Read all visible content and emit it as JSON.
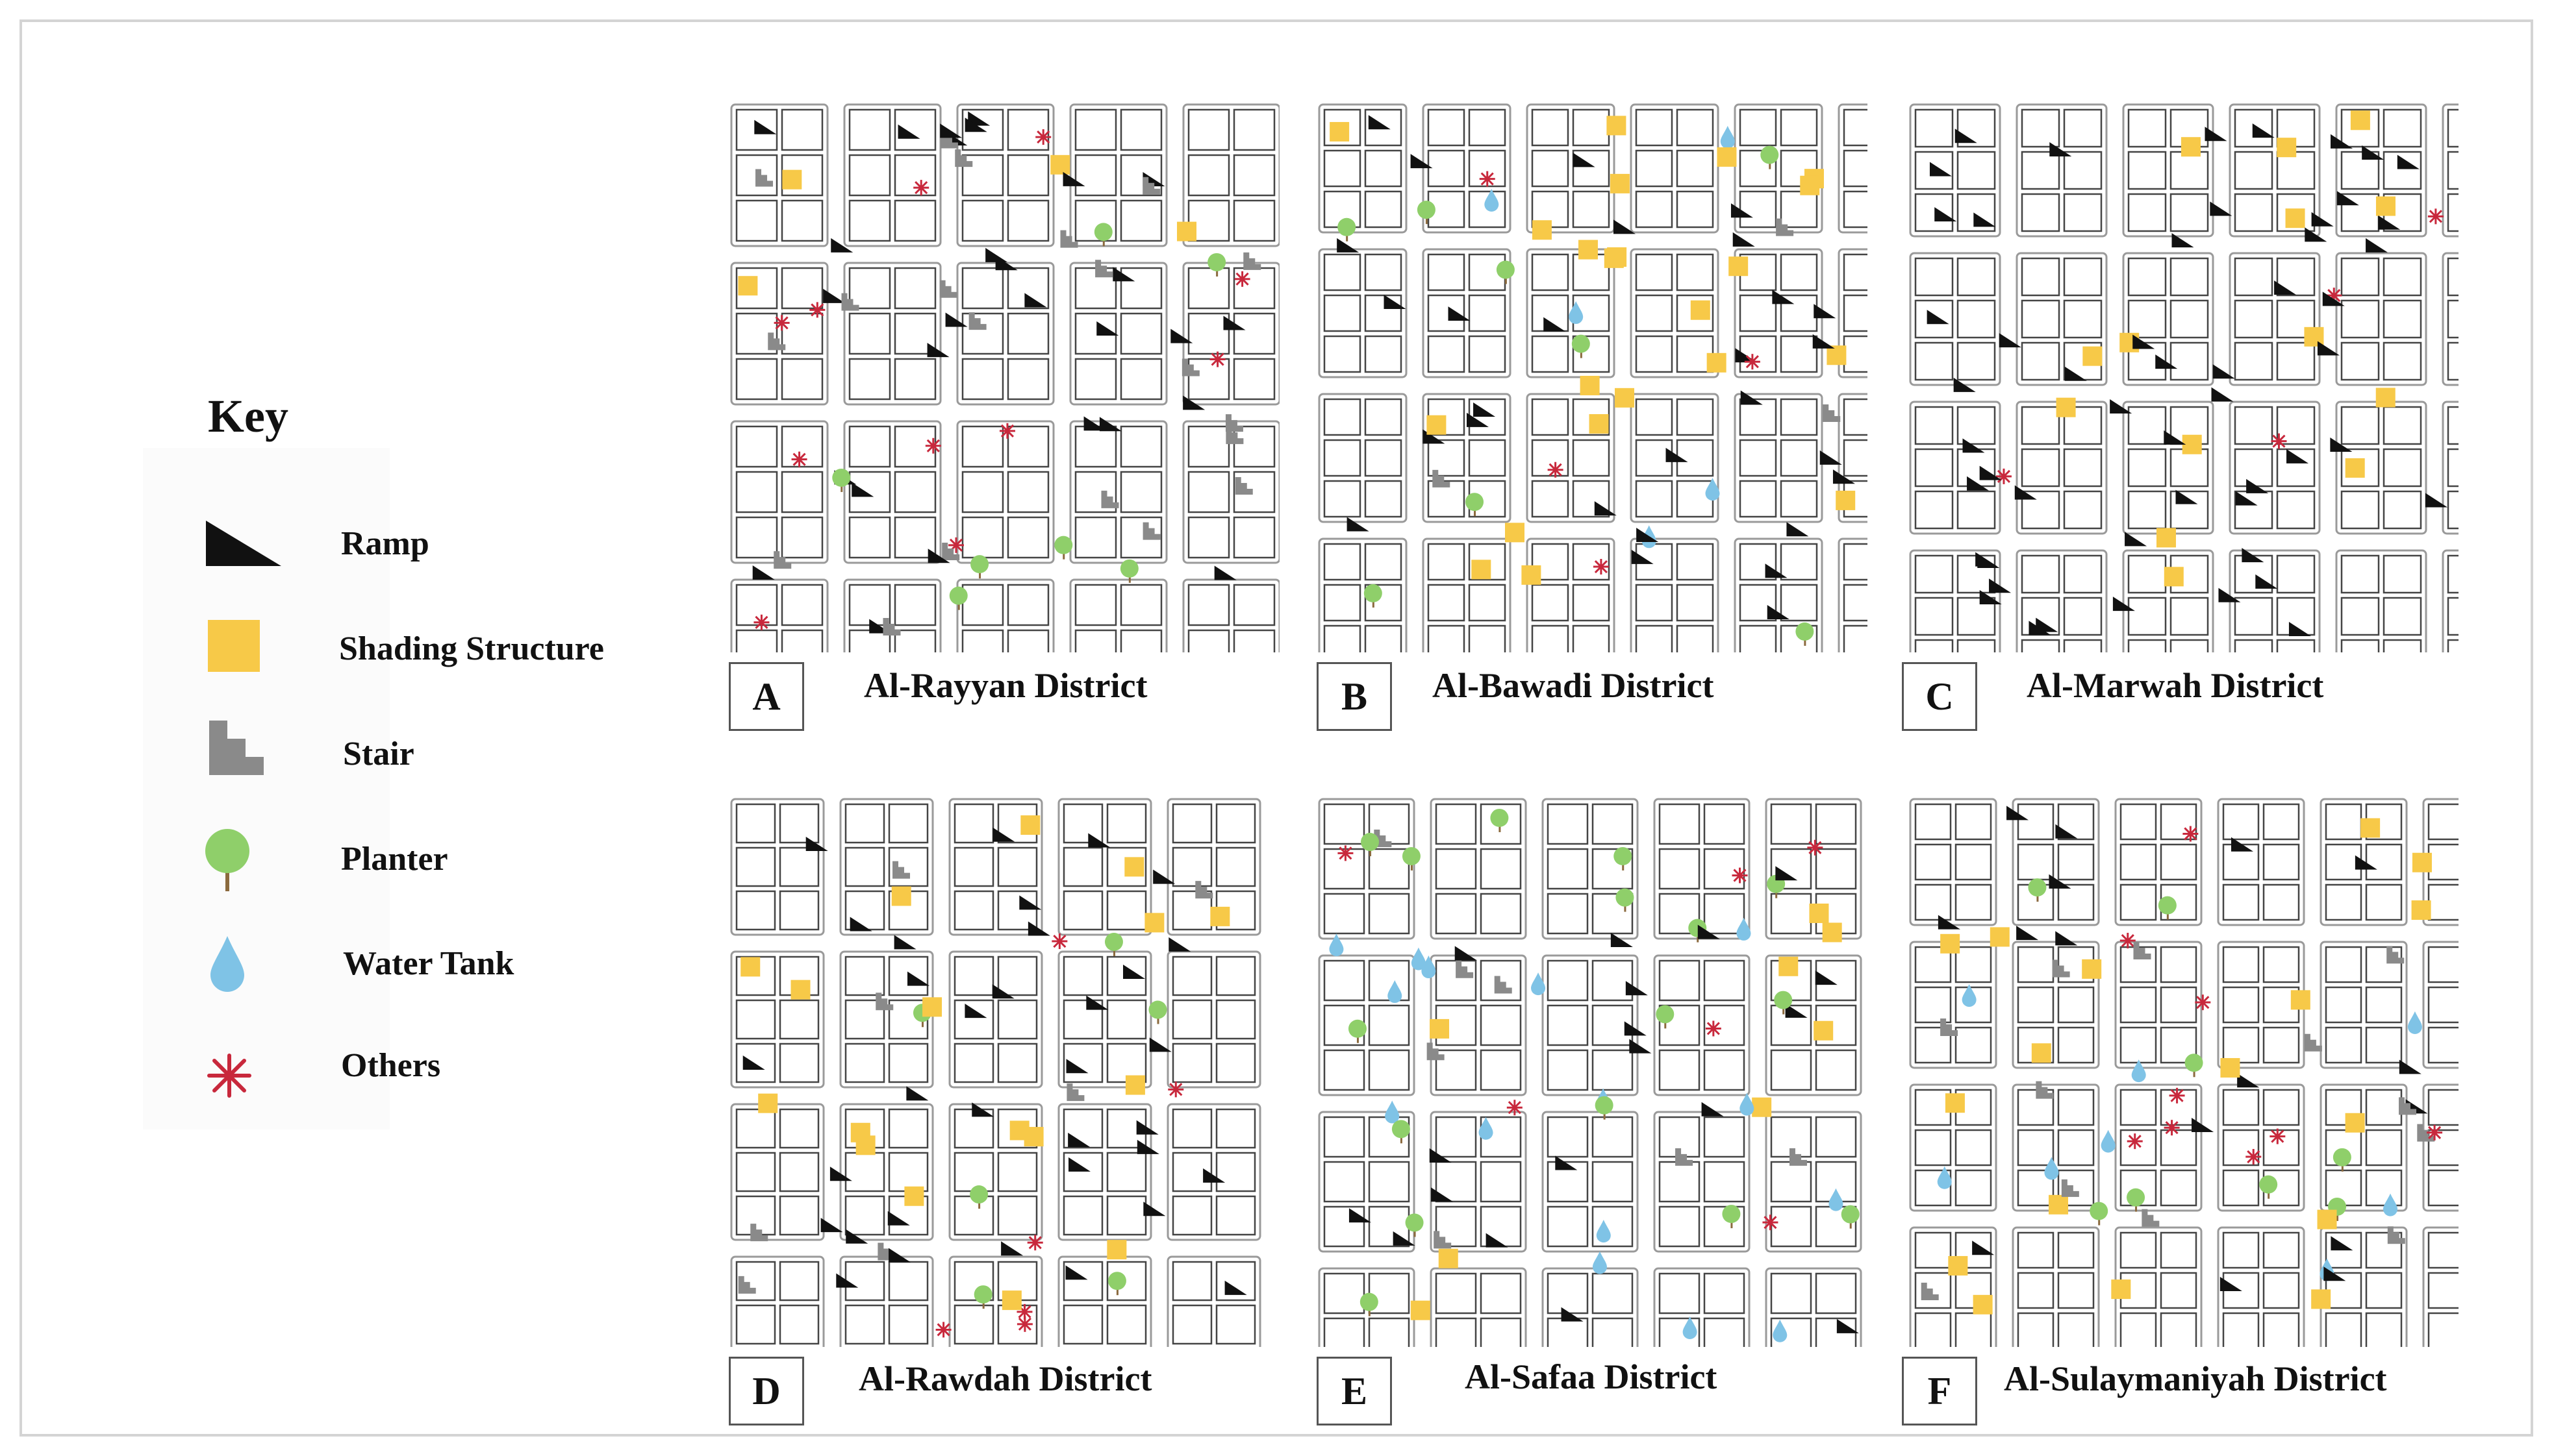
{
  "key": {
    "title": "Key",
    "items": [
      {
        "label": "Ramp",
        "icon": "ramp-icon",
        "color": "#111111"
      },
      {
        "label": "Shading Structure",
        "icon": "shading-structure-icon",
        "color": "#f7c948"
      },
      {
        "label": "Stair",
        "icon": "stair-icon",
        "color": "#8a8a8a"
      },
      {
        "label": "Planter",
        "icon": "planter-icon",
        "color": "#8fcf6a"
      },
      {
        "label": "Water Tank",
        "icon": "water-tank-icon",
        "color": "#7fc3e6"
      },
      {
        "label": "Others",
        "icon": "others-icon",
        "color": "#c8283c"
      }
    ]
  },
  "panels": [
    {
      "letter": "A",
      "name": "Al-Rayyan District"
    },
    {
      "letter": "B",
      "name": "Al-Bawadi District"
    },
    {
      "letter": "C",
      "name": "Al-Marwah District"
    },
    {
      "letter": "D",
      "name": "Al-Rawdah District"
    },
    {
      "letter": "E",
      "name": "Al-Safaa District"
    },
    {
      "letter": "F",
      "name": "Al-Sulaymaniyah District"
    }
  ]
}
